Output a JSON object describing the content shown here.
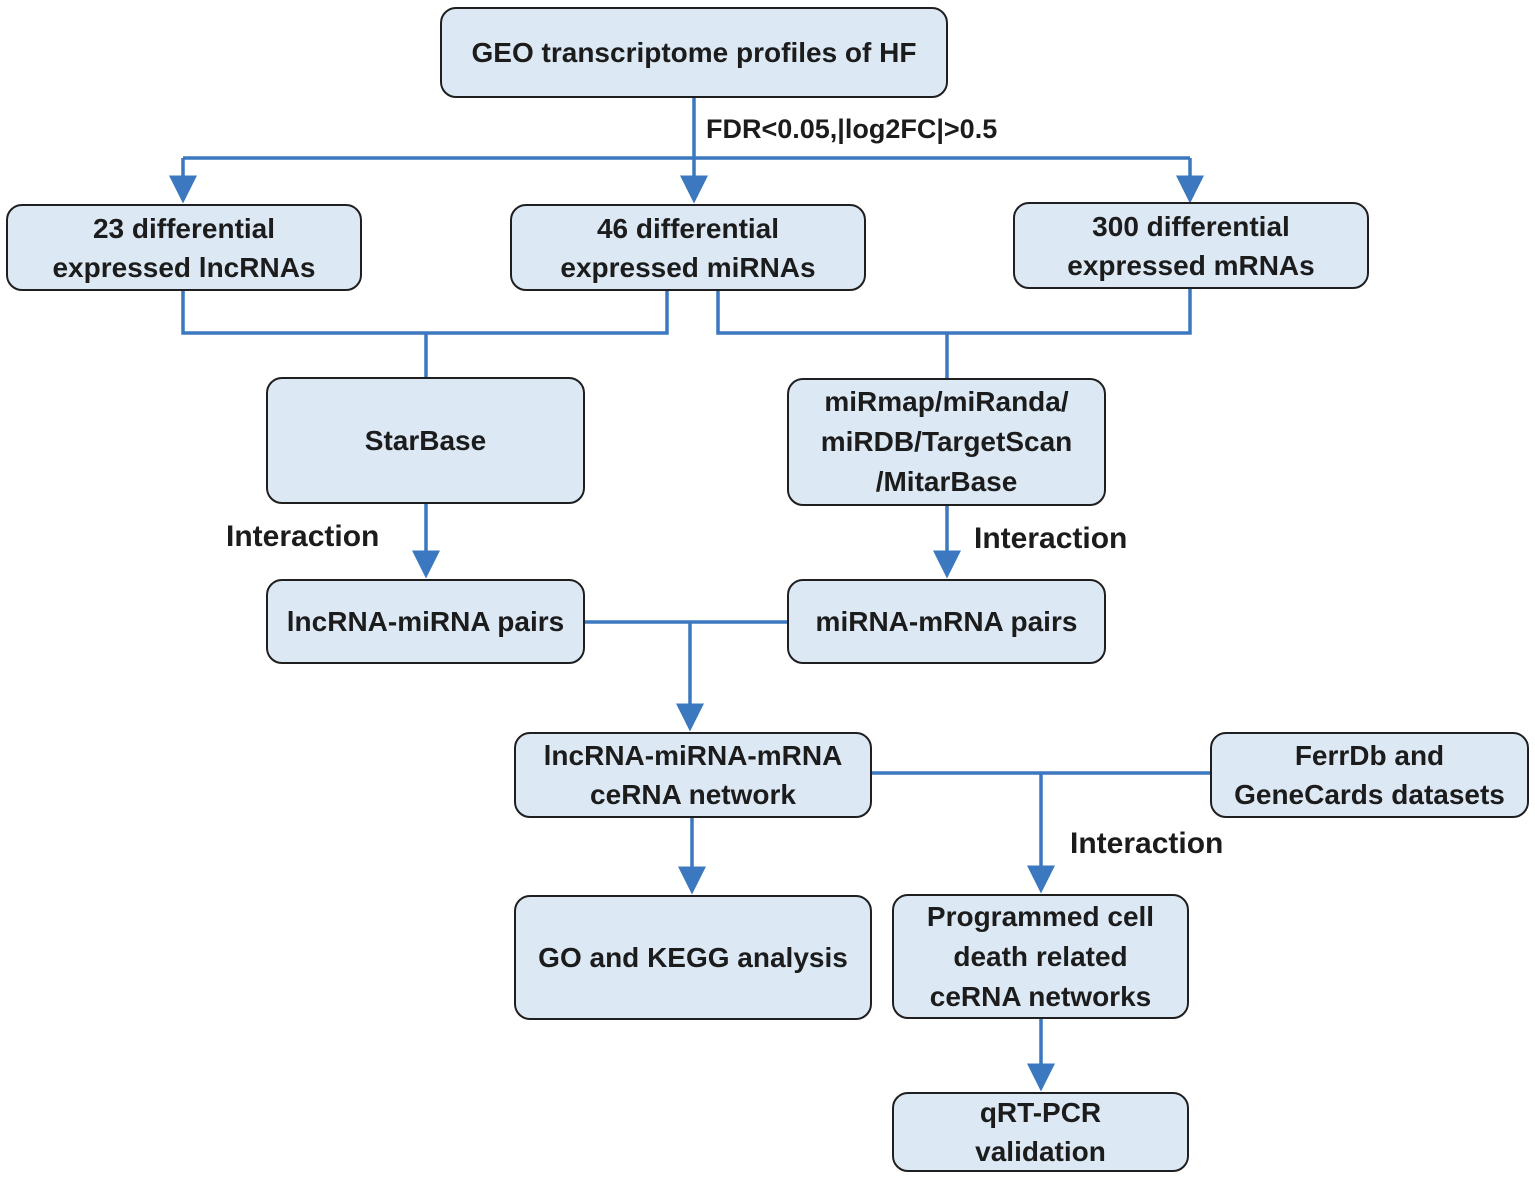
{
  "colors": {
    "connector": "#3b78bf",
    "box_fill": "#dce9f5",
    "box_border": "#1f1f1f",
    "text": "#1c1c1c"
  },
  "boxes": {
    "geo": [
      "GEO transcriptome profiles of HF"
    ],
    "lncrna": [
      "23 differential",
      "expressed lncRNAs"
    ],
    "mirna": [
      "46 differential",
      "expressed miRNAs"
    ],
    "mrna": [
      "300 differential",
      "expressed mRNAs"
    ],
    "starbase": [
      "StarBase"
    ],
    "mirmap": [
      "miRmap/miRanda/",
      "miRDB/TargetScan",
      "/MitarBase"
    ],
    "lnc_mi_pairs": [
      "lncRNA-miRNA pairs"
    ],
    "mi_m_pairs": [
      "miRNA-mRNA pairs"
    ],
    "cerna": [
      "lncRNA-miRNA-mRNA",
      "ceRNA network"
    ],
    "ferrdb": [
      "FerrDb and",
      "GeneCards datasets"
    ],
    "go_kegg": [
      "GO and KEGG analysis"
    ],
    "pcd": [
      "Programmed cell",
      "death related",
      "ceRNA networks"
    ],
    "qrtpcr": [
      "qRT-PCR",
      "validation"
    ]
  },
  "labels": {
    "filter": "FDR<0.05,|log2FC|>0.5",
    "interaction_left": "Interaction",
    "interaction_right": "Interaction",
    "interaction_bottom": "Interaction"
  }
}
